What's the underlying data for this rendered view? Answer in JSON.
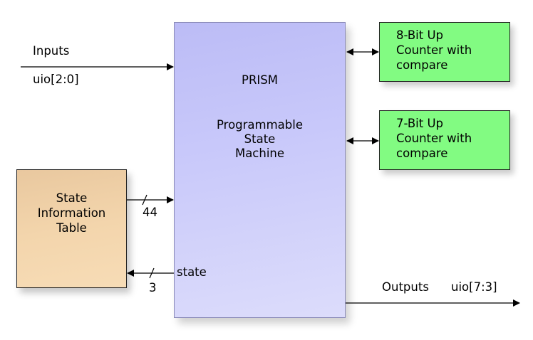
{
  "inputs": {
    "label": "Inputs",
    "bus": "uio[2:0]"
  },
  "outputs": {
    "label": "Outputs",
    "bus": "uio[7:3]"
  },
  "prism": {
    "title": "PRISM",
    "subtitle_lines": [
      "Programmable",
      "State",
      "Machine"
    ]
  },
  "counter8": {
    "lines": [
      "8-Bit Up",
      "Counter with",
      "compare"
    ]
  },
  "counter7": {
    "lines": [
      "7-Bit Up",
      "Counter with",
      "compare"
    ]
  },
  "state_table": {
    "lines": [
      "State",
      "Information",
      "Table"
    ]
  },
  "bus_to_prism": {
    "width": "44"
  },
  "state_bus": {
    "label": "state",
    "width": "3"
  },
  "colors": {
    "prism_fill": "#c8c8fa",
    "counter_fill": "#82fb82",
    "table_fill": "#f3d5ac"
  }
}
